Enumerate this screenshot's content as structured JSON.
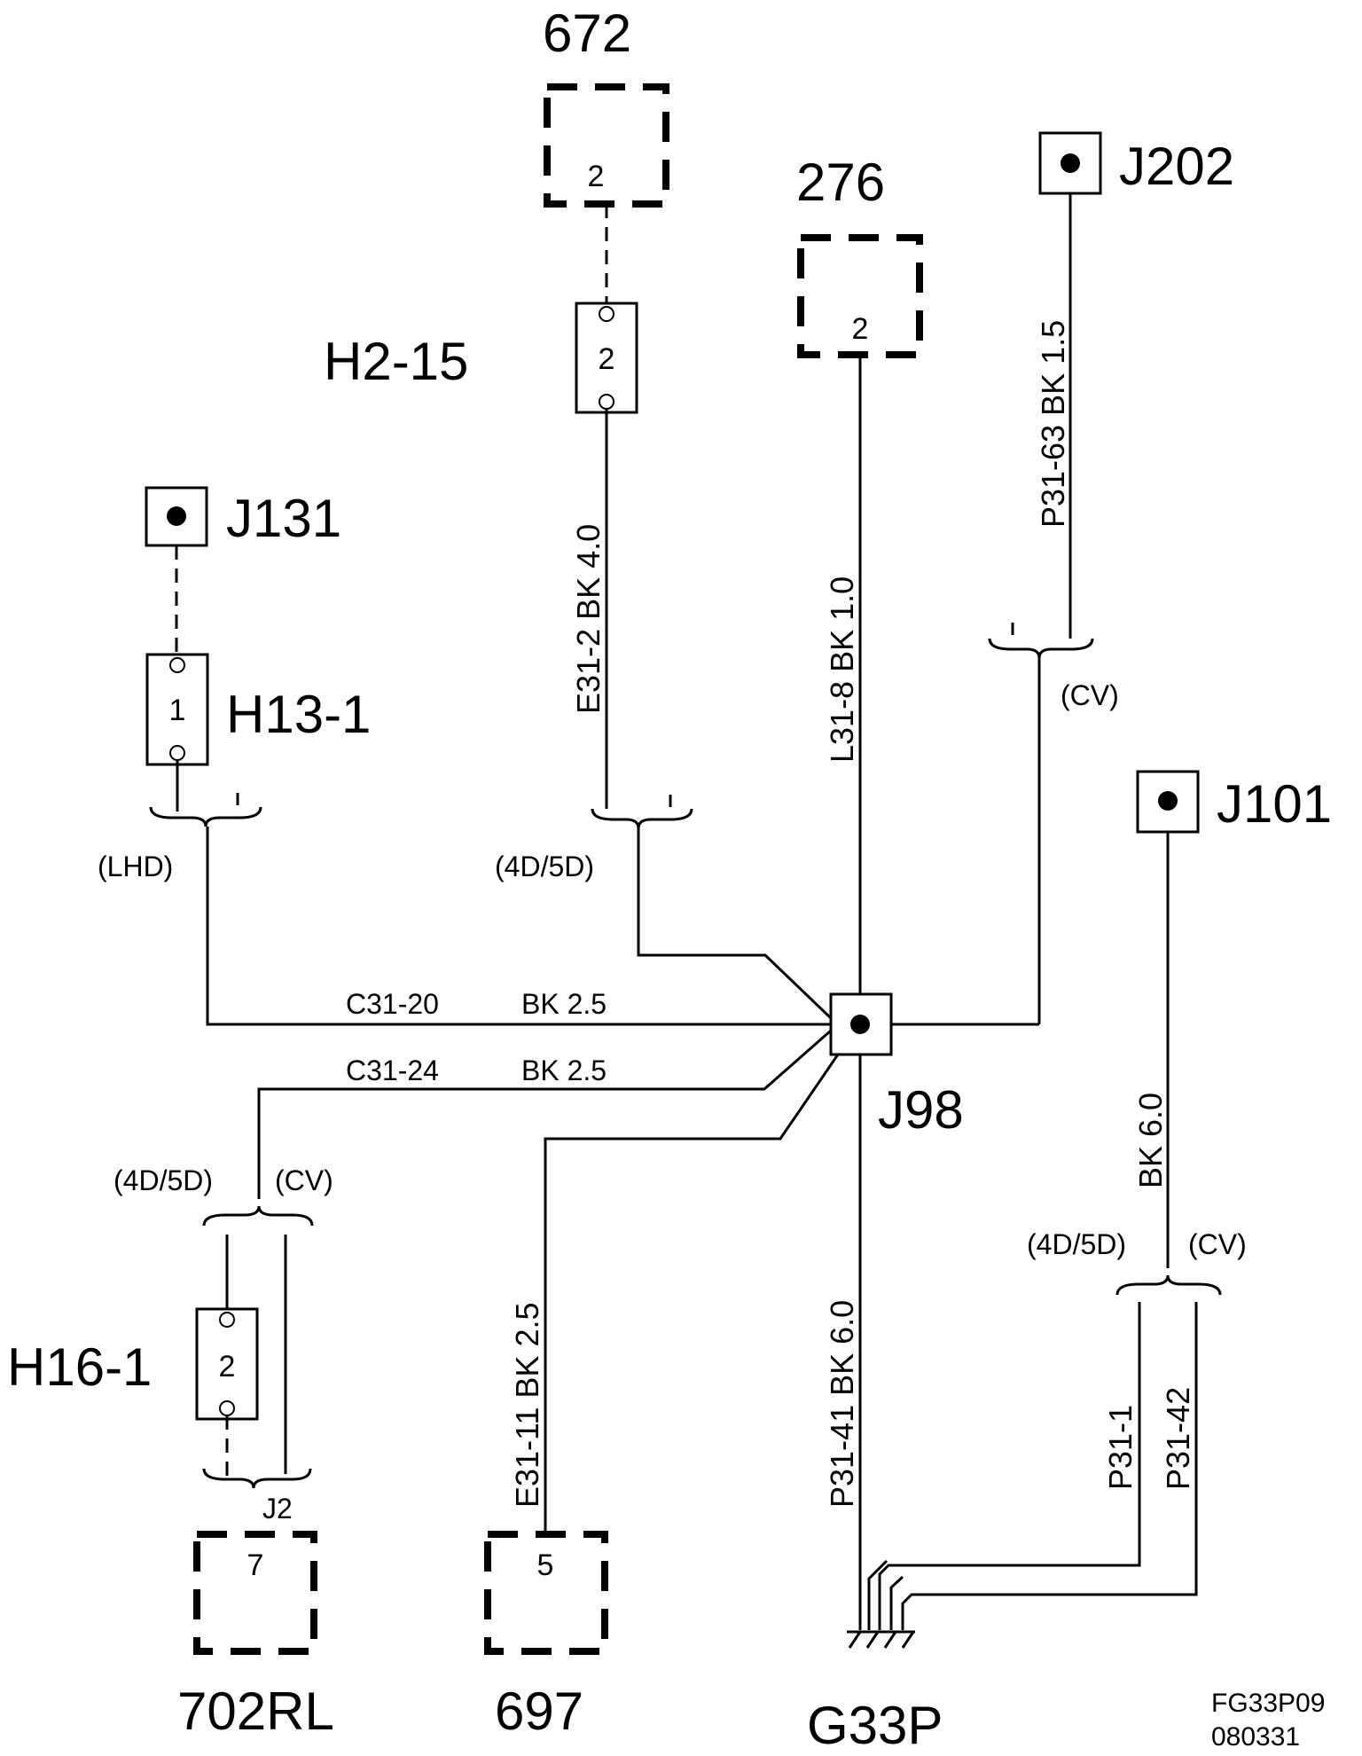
{
  "components": {
    "c672": {
      "label": "672",
      "pin": "2"
    },
    "c276": {
      "label": "276",
      "pin": "2"
    },
    "c702rl": {
      "label": "702RL",
      "pin": "7",
      "connector": "J2"
    },
    "c697": {
      "label": "697",
      "pin": "5"
    }
  },
  "connectors": {
    "h2_15": {
      "label": "H2-15",
      "pin": "2"
    },
    "h13_1": {
      "label": "H13-1",
      "pin": "1"
    },
    "h16_1": {
      "label": "H16-1",
      "pin": "2"
    }
  },
  "junctions": {
    "j202": "J202",
    "j131": "J131",
    "j101": "J101",
    "j98": "J98"
  },
  "ground": "G33P",
  "wires": {
    "e31_2": "E31-2  BK  4.0",
    "l31_8": "L31-8  BK    1.0",
    "p31_63": "P31-63  BK   1.5",
    "c31_20": {
      "id": "C31-20",
      "spec": "BK  2.5"
    },
    "c31_24": {
      "id": "C31-24",
      "spec": "BK  2.5"
    },
    "e31_11": "E31-11     BK  2.5",
    "p31_41": "P31-41     BK  6.0",
    "j101_bk": "BK  6.0",
    "p31_1": "P31-1",
    "p31_42": "P31-42"
  },
  "variants": {
    "lhd": "(LHD)",
    "d4d5d_h2": "(4D/5D)",
    "cv_j202": "(CV)",
    "d4d5d_h16": "(4D/5D)",
    "cv_h16": "(CV)",
    "d4d5d_j101": "(4D/5D)",
    "cv_j101": "(CV)"
  },
  "footer": {
    "code": "FG33P09",
    "date": "080331"
  }
}
